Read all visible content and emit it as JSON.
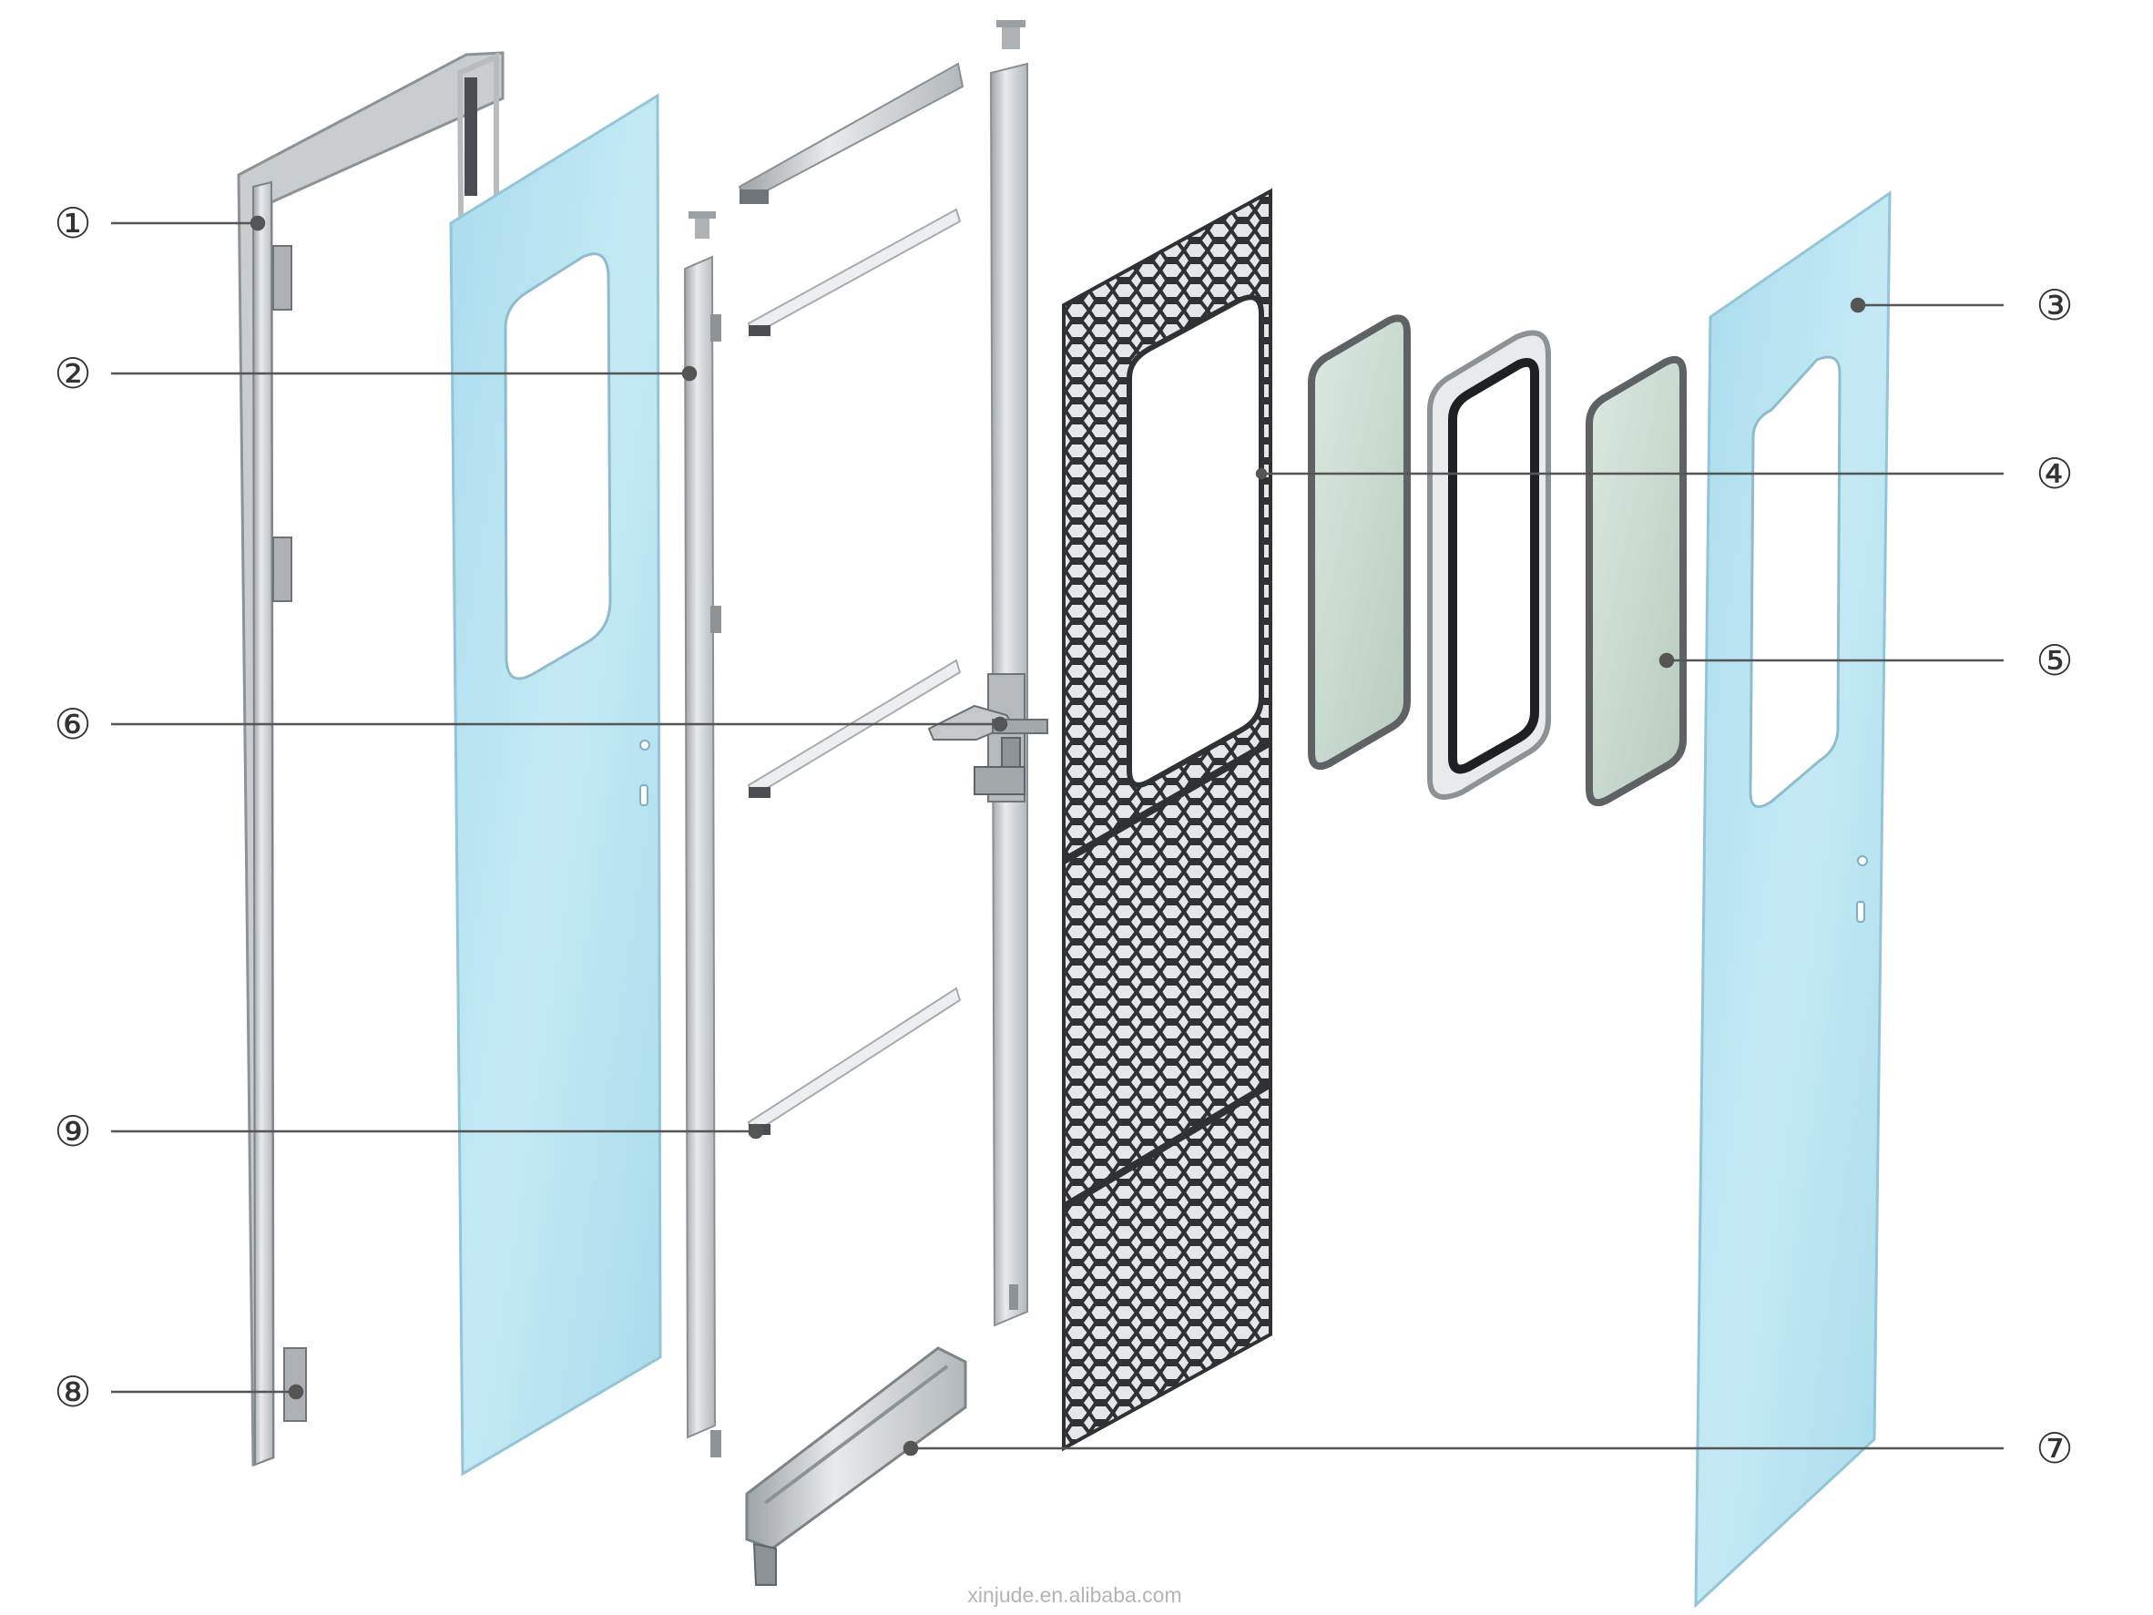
{
  "callouts": [
    {
      "id": "c1",
      "label": "①",
      "part": "door-frame"
    },
    {
      "id": "c2",
      "label": "②",
      "part": "door-leaf-edge-profile"
    },
    {
      "id": "c3",
      "label": "③",
      "part": "rear-door-panel"
    },
    {
      "id": "c4",
      "label": "④",
      "part": "window-frame"
    },
    {
      "id": "c5",
      "label": "⑤",
      "part": "window-glass"
    },
    {
      "id": "c6",
      "label": "⑥",
      "part": "lock-mechanism"
    },
    {
      "id": "c7",
      "label": "⑦",
      "part": "bottom-sweep-profile"
    },
    {
      "id": "c8",
      "label": "⑧",
      "part": "hinge"
    },
    {
      "id": "c9",
      "label": "⑨",
      "part": "reinforcement-rib"
    }
  ],
  "watermark": "xinjude.en.alibaba.com",
  "colors": {
    "panel_blue": "#bde6f3",
    "aluminum": "#c9cdd0",
    "honeycomb": "#3a3d40",
    "window_glass": "#cfe0d6",
    "leader_line": "#555555"
  }
}
